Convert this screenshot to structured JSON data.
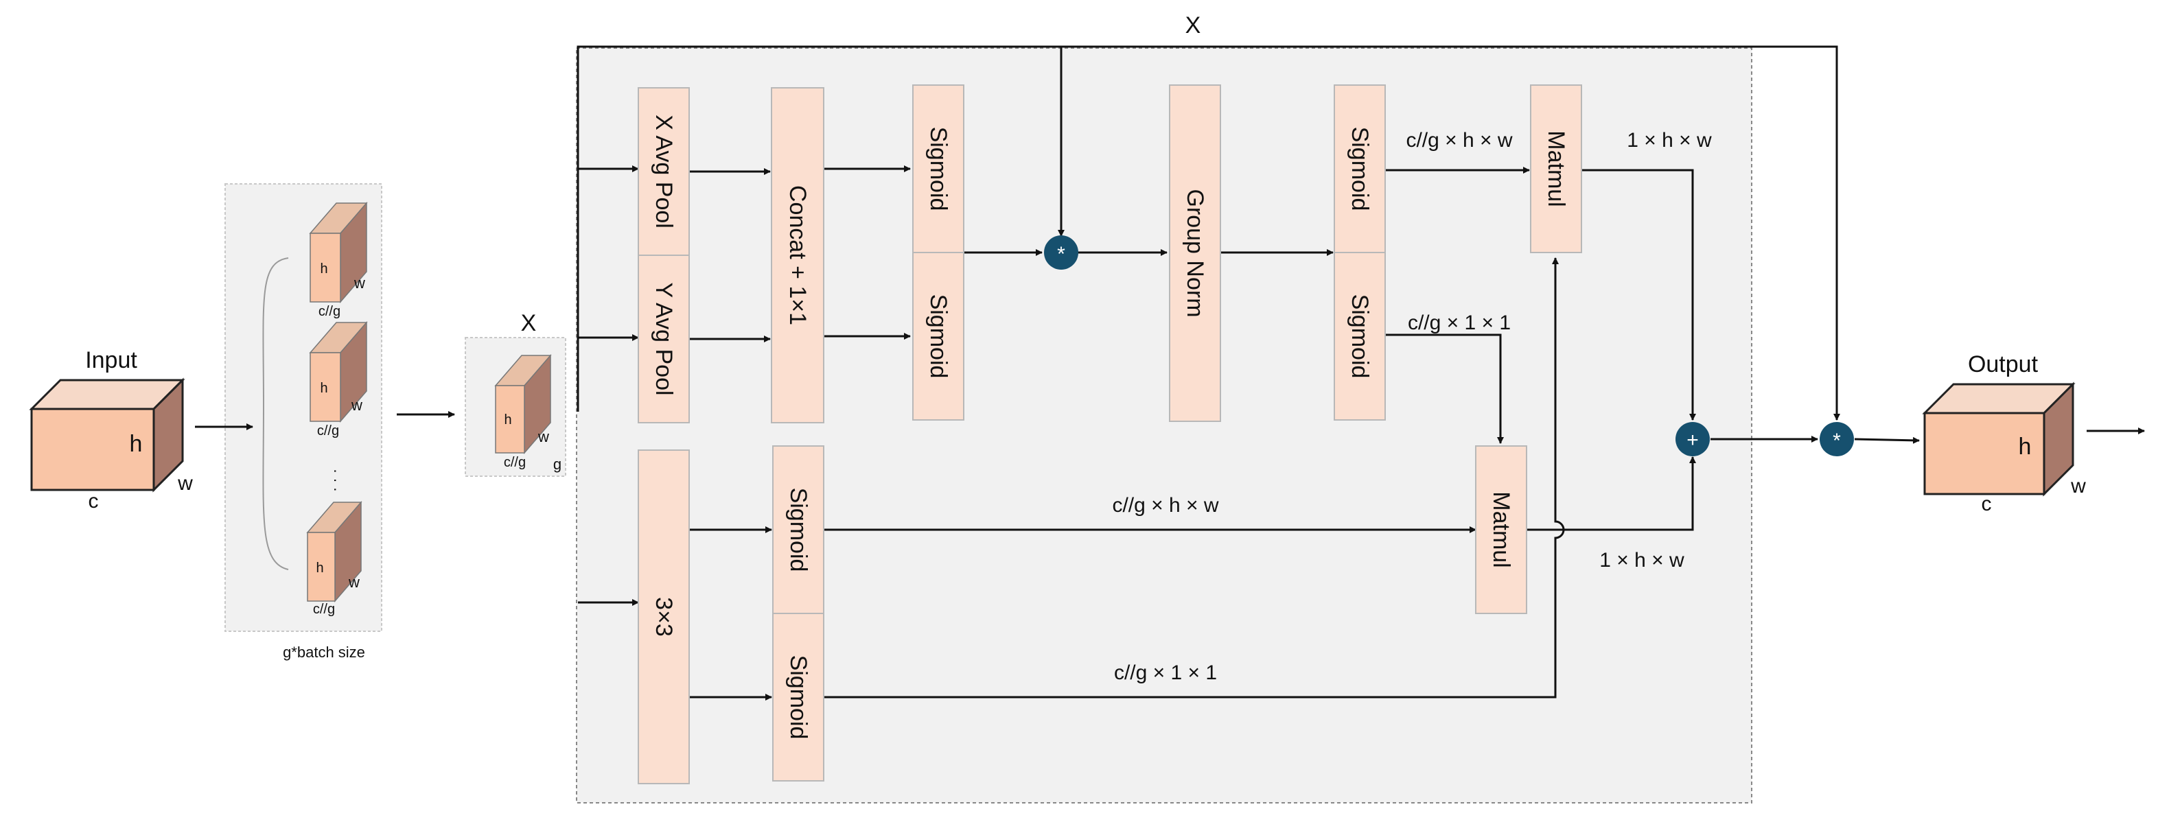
{
  "diagram": {
    "input": {
      "title": "Input",
      "h": "h",
      "w": "w",
      "c": "c"
    },
    "grouping": {
      "cubes": [
        {
          "h": "h",
          "w": "w",
          "cg": "c//g"
        },
        {
          "h": "h",
          "w": "w",
          "cg": "c//g"
        },
        {
          "h": "h",
          "w": "w",
          "cg": "c//g"
        }
      ],
      "ellipsis": "· · ·",
      "caption": "g*batch size"
    },
    "x_group": {
      "title": "X",
      "h": "h",
      "w": "w",
      "cg": "c//g",
      "g": "g"
    },
    "blocks": {
      "x_avg_pool": "X Avg Pool",
      "y_avg_pool": "Y Avg Pool",
      "concat": "Concat + 1×1",
      "sigmoid_x": "Sigmoid",
      "sigmoid_y": "Sigmoid",
      "group_norm": "Group Norm",
      "sigmoid_gn_top": "Sigmoid",
      "sigmoid_gn_bottom": "Sigmoid",
      "matmul_top": "Matmul",
      "conv3x3": "3×3",
      "sigmoid_conv_top": "Sigmoid",
      "sigmoid_conv_bottom": "Sigmoid",
      "matmul_bottom": "Matmul"
    },
    "edge_labels": {
      "x_skip": "X",
      "cg_h_w_top": "c//g × h × w",
      "one_h_w_top": "1 × h × w",
      "cg_1_1_top": "c//g × 1 × 1",
      "cg_h_w_bottom": "c//g × h × w",
      "one_h_w_bottom": "1 × h × w",
      "cg_1_1_bottom": "c//g × 1 × 1"
    },
    "operators": {
      "multiply": "*",
      "add": "+"
    },
    "output": {
      "title": "Output",
      "h": "h",
      "w": "w",
      "c": "c"
    }
  },
  "colors": {
    "block_fill": "#fbdfd0",
    "cube_front": "#f9c5a6",
    "cube_side": "#a8796a",
    "cube_top": "#f6d9c8",
    "operator_fill": "#16506e",
    "panel_fill": "#f1f1f1"
  }
}
